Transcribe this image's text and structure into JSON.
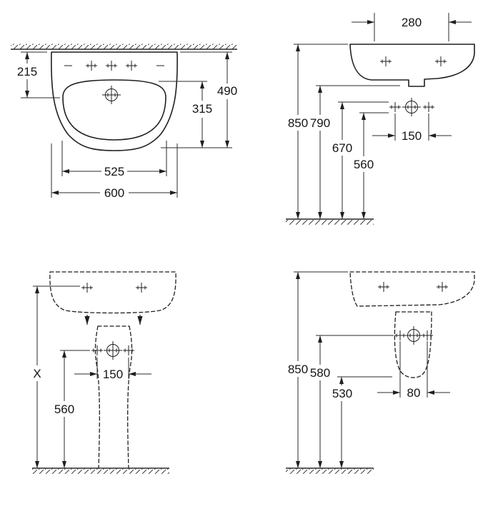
{
  "drawing": {
    "plan_view": {
      "dim_tap_to_drain": "215",
      "dim_depth": "490",
      "dim_drain_to_front": "315",
      "dim_bowl_width": "525",
      "dim_overall_width": "600"
    },
    "side_view": {
      "dim_top_depth": "280",
      "dim_rim_height": "850",
      "dim_underside_height": "790",
      "dim_outlet_height": "670",
      "dim_fixing_height": "560",
      "dim_fixing_spacing": "150"
    },
    "pedestal_front_view": {
      "dim_variable_height": "X",
      "dim_fixing_height": "560",
      "dim_fixing_spacing": "150"
    },
    "pedestal_side_view": {
      "dim_rim_height": "850",
      "dim_fixing_height": "580",
      "dim_cover_bottom_height": "530",
      "dim_fixing_spacing": "80"
    }
  }
}
